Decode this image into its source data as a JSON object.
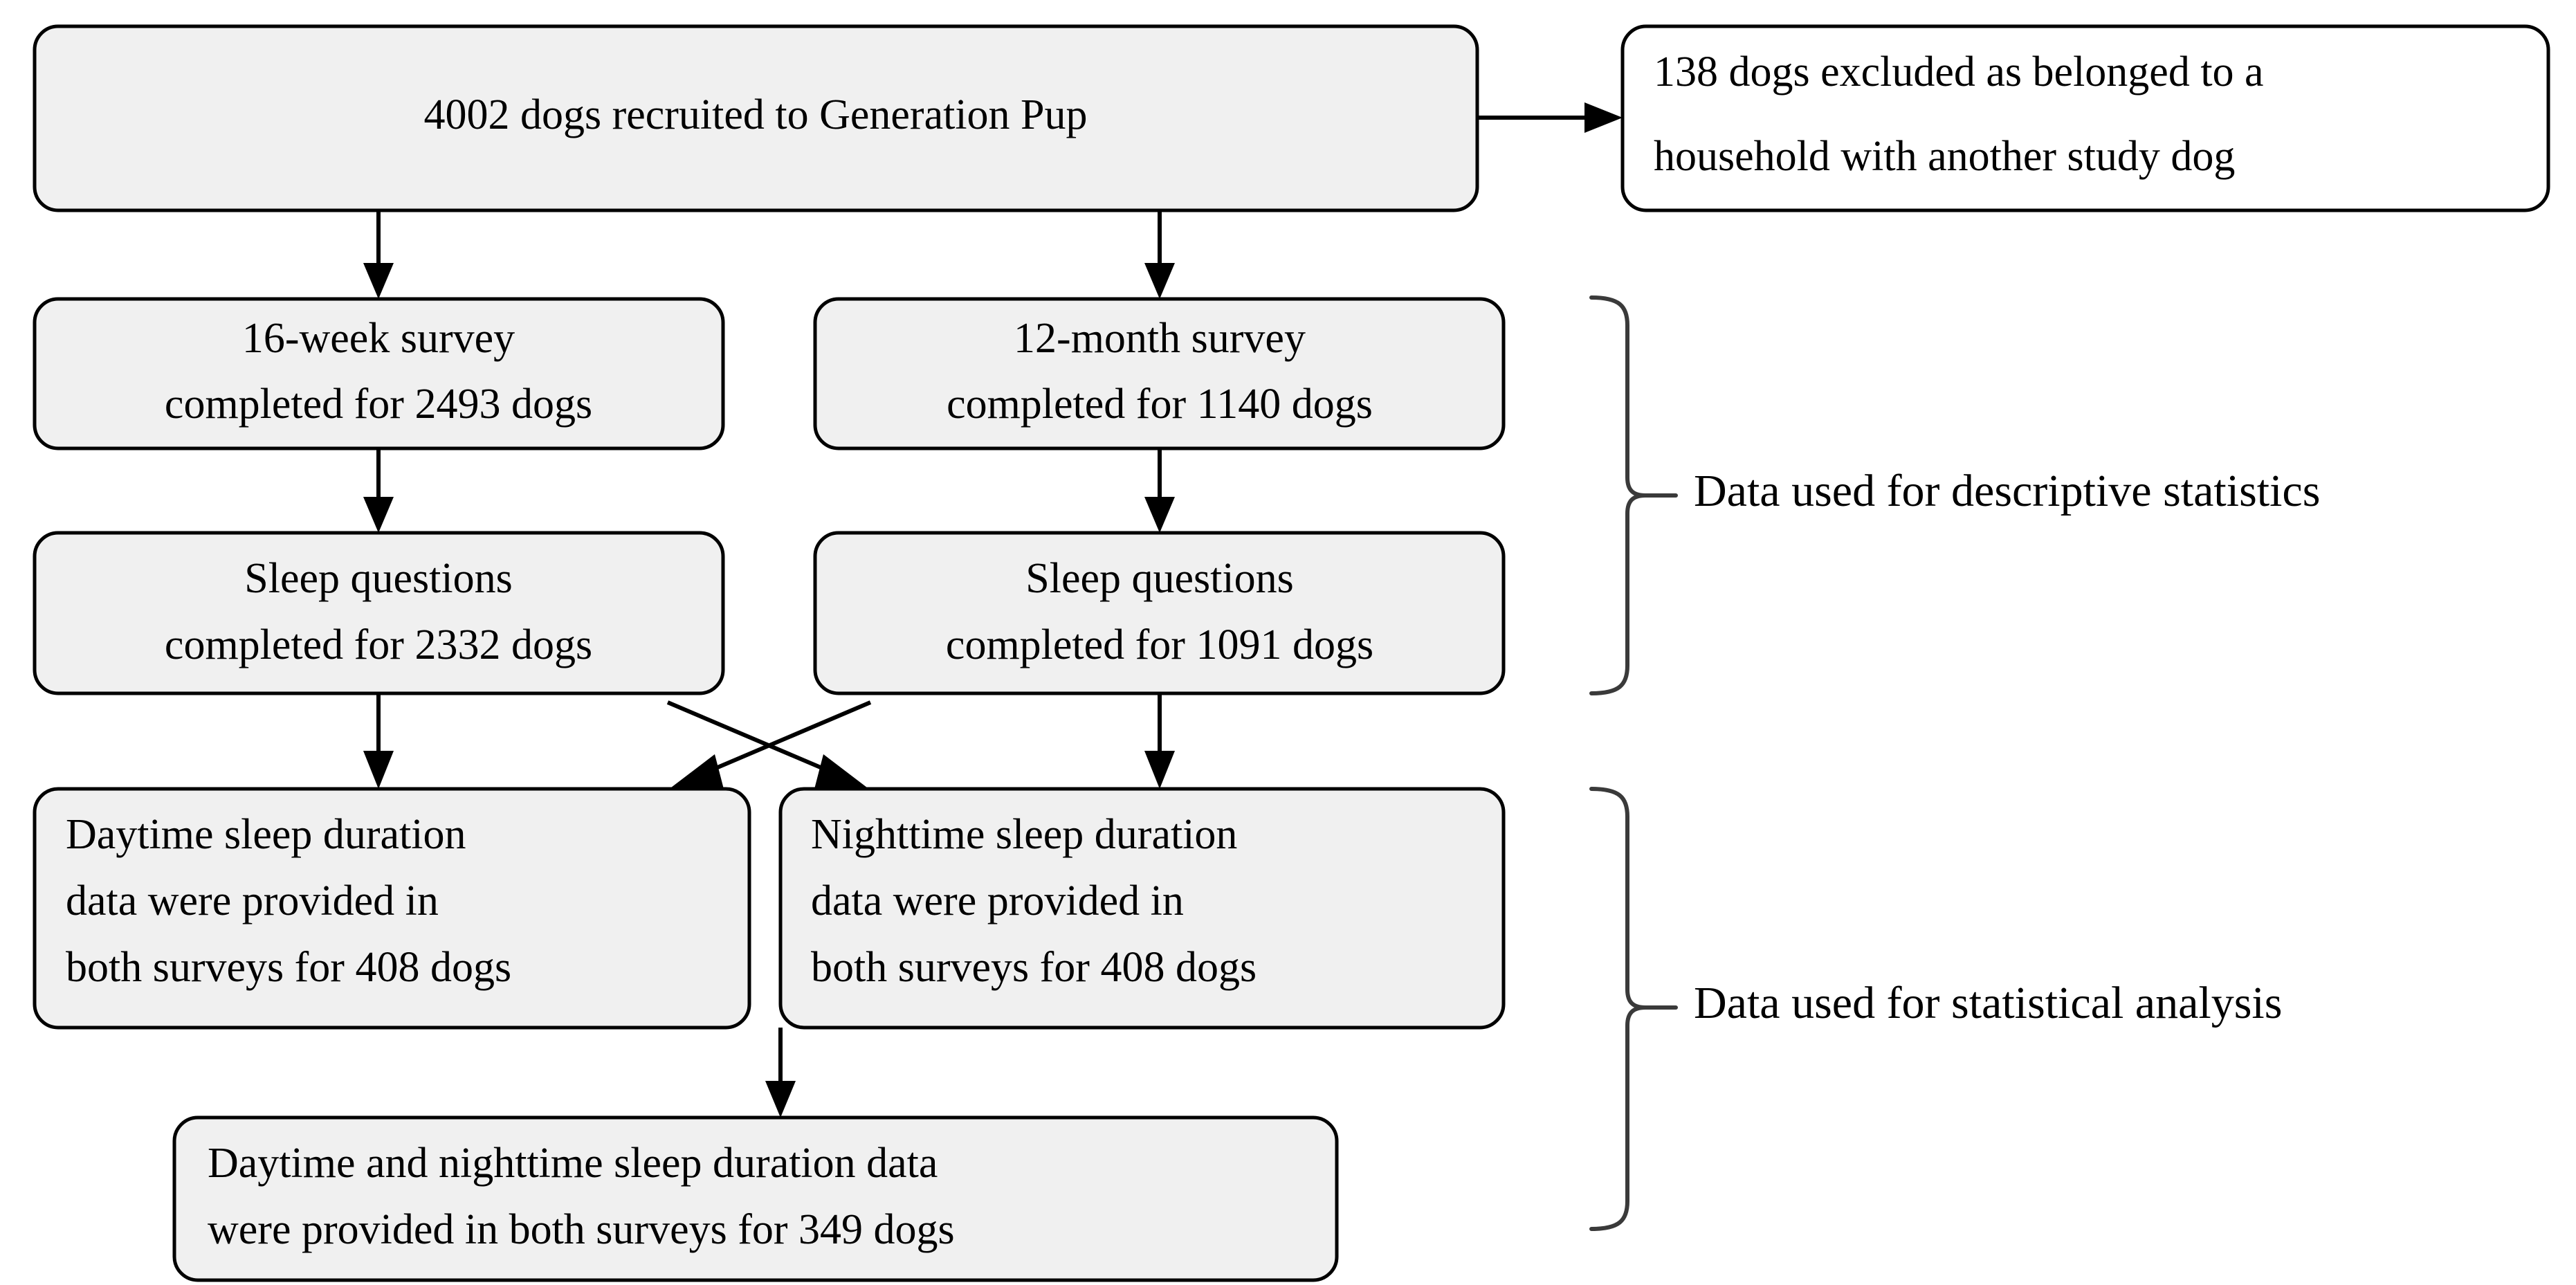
{
  "diagram": {
    "type": "flowchart",
    "title_present": false,
    "colors": {
      "box_fill_gray": "#f0f0f0",
      "box_fill_white": "#ffffff",
      "stroke": "#000000",
      "brace_stroke": "#3a3a3a",
      "background": "#ffffff"
    },
    "nodes": {
      "recruited": {
        "id": "recruited",
        "lines": [
          "4002 dogs recruited to Generation Pup"
        ],
        "count": "4002",
        "fill": "gray",
        "align": "center"
      },
      "excluded": {
        "id": "excluded",
        "lines": [
          "138 dogs excluded as belonged to a",
          "household with another study dog"
        ],
        "count": "138",
        "fill": "white",
        "align": "start"
      },
      "survey16w": {
        "id": "survey16w",
        "lines": [
          "16-week survey",
          "completed for 2493 dogs"
        ],
        "count": "2493",
        "fill": "gray",
        "align": "center"
      },
      "survey12m": {
        "id": "survey12m",
        "lines": [
          "12-month survey",
          "completed for 1140 dogs"
        ],
        "count": "1140",
        "fill": "gray",
        "align": "center"
      },
      "sleep16w": {
        "id": "sleep16w",
        "lines": [
          "Sleep questions",
          "completed for 2332 dogs"
        ],
        "count": "2332",
        "fill": "gray",
        "align": "center"
      },
      "sleep12m": {
        "id": "sleep12m",
        "lines": [
          "Sleep questions",
          "completed for 1091 dogs"
        ],
        "count": "1091",
        "fill": "gray",
        "align": "center"
      },
      "daytime": {
        "id": "daytime",
        "lines": [
          "Daytime sleep duration",
          "data were provided in",
          "both surveys for 408 dogs"
        ],
        "count": "408",
        "fill": "gray",
        "align": "start"
      },
      "nighttime": {
        "id": "nighttime",
        "lines": [
          "Nighttime sleep duration",
          "data were provided in",
          "both surveys for 408 dogs"
        ],
        "count": "408",
        "fill": "gray",
        "align": "start"
      },
      "combined": {
        "id": "combined",
        "lines": [
          "Daytime and nighttime sleep duration data",
          "were provided in both surveys for 349 dogs"
        ],
        "count": "349",
        "fill": "gray",
        "align": "start"
      }
    },
    "braces": {
      "descriptive": {
        "label": "Data used for descriptive statistics"
      },
      "statistical": {
        "label": "Data used for statistical analysis"
      }
    }
  }
}
